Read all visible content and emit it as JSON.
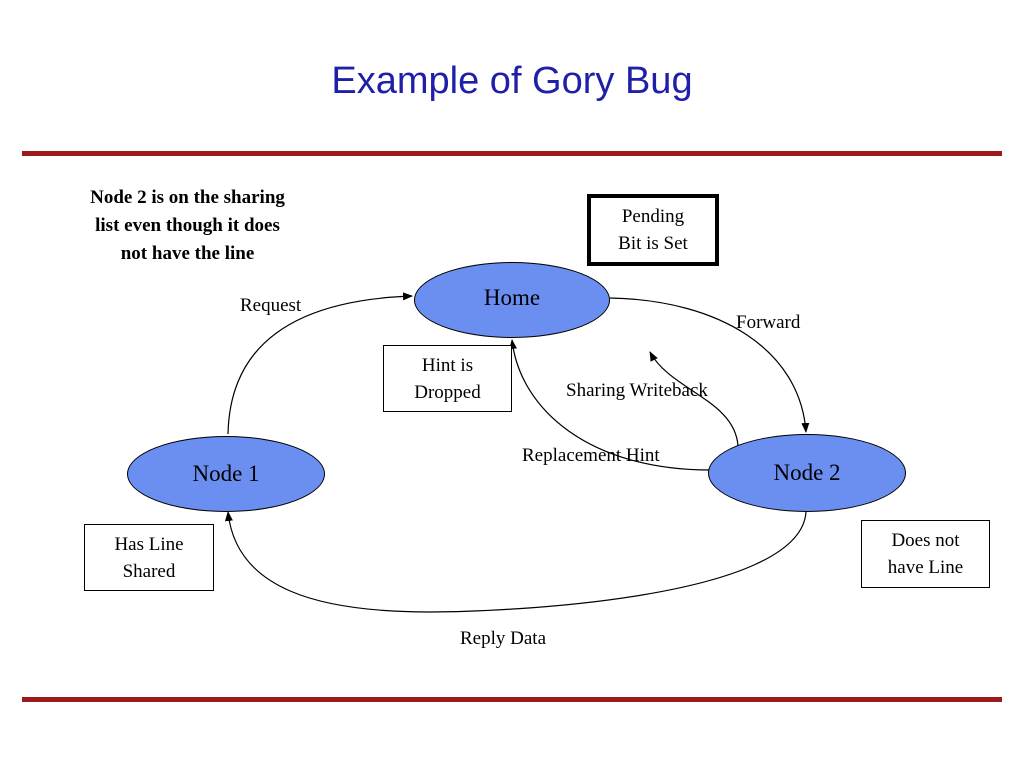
{
  "slide": {
    "title": "Example of Gory Bug"
  },
  "note": {
    "line1": "Node 2 is on the sharing",
    "line2": "list even though it does",
    "line3": "not have the line"
  },
  "nodes": {
    "home": "Home",
    "node1": "Node 1",
    "node2": "Node 2"
  },
  "boxes": {
    "pending": {
      "line1": "Pending",
      "line2": "Bit is Set"
    },
    "hint_dropped": {
      "line1": "Hint is",
      "line2": "Dropped"
    },
    "has_line_shared": {
      "line1": "Has Line",
      "line2": "Shared"
    },
    "does_not_have_line": {
      "line1": "Does not",
      "line2": "have Line"
    }
  },
  "edges": {
    "request": "Request",
    "forward": "Forward",
    "sharing_writeback": "Sharing Writeback",
    "replacement_hint": "Replacement Hint",
    "reply_data": "Reply Data"
  },
  "colors": {
    "title": "#1f1fa8",
    "rule": "#9b1b1b",
    "node_fill": "#6b8ff0"
  }
}
